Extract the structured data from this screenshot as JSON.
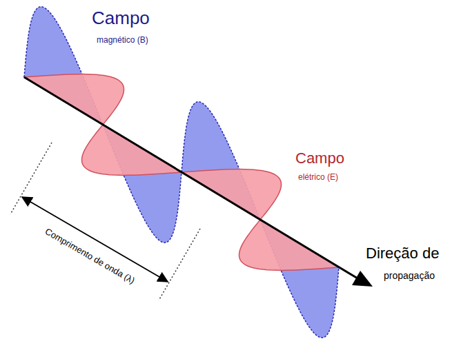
{
  "diagram": {
    "labels": [
      "Campo",
      "magnético (B)",
      "Campo",
      "elétrico (E)",
      "Direção de",
      "propagação",
      "Comprimento de onda (λ)"
    ]
  }
}
